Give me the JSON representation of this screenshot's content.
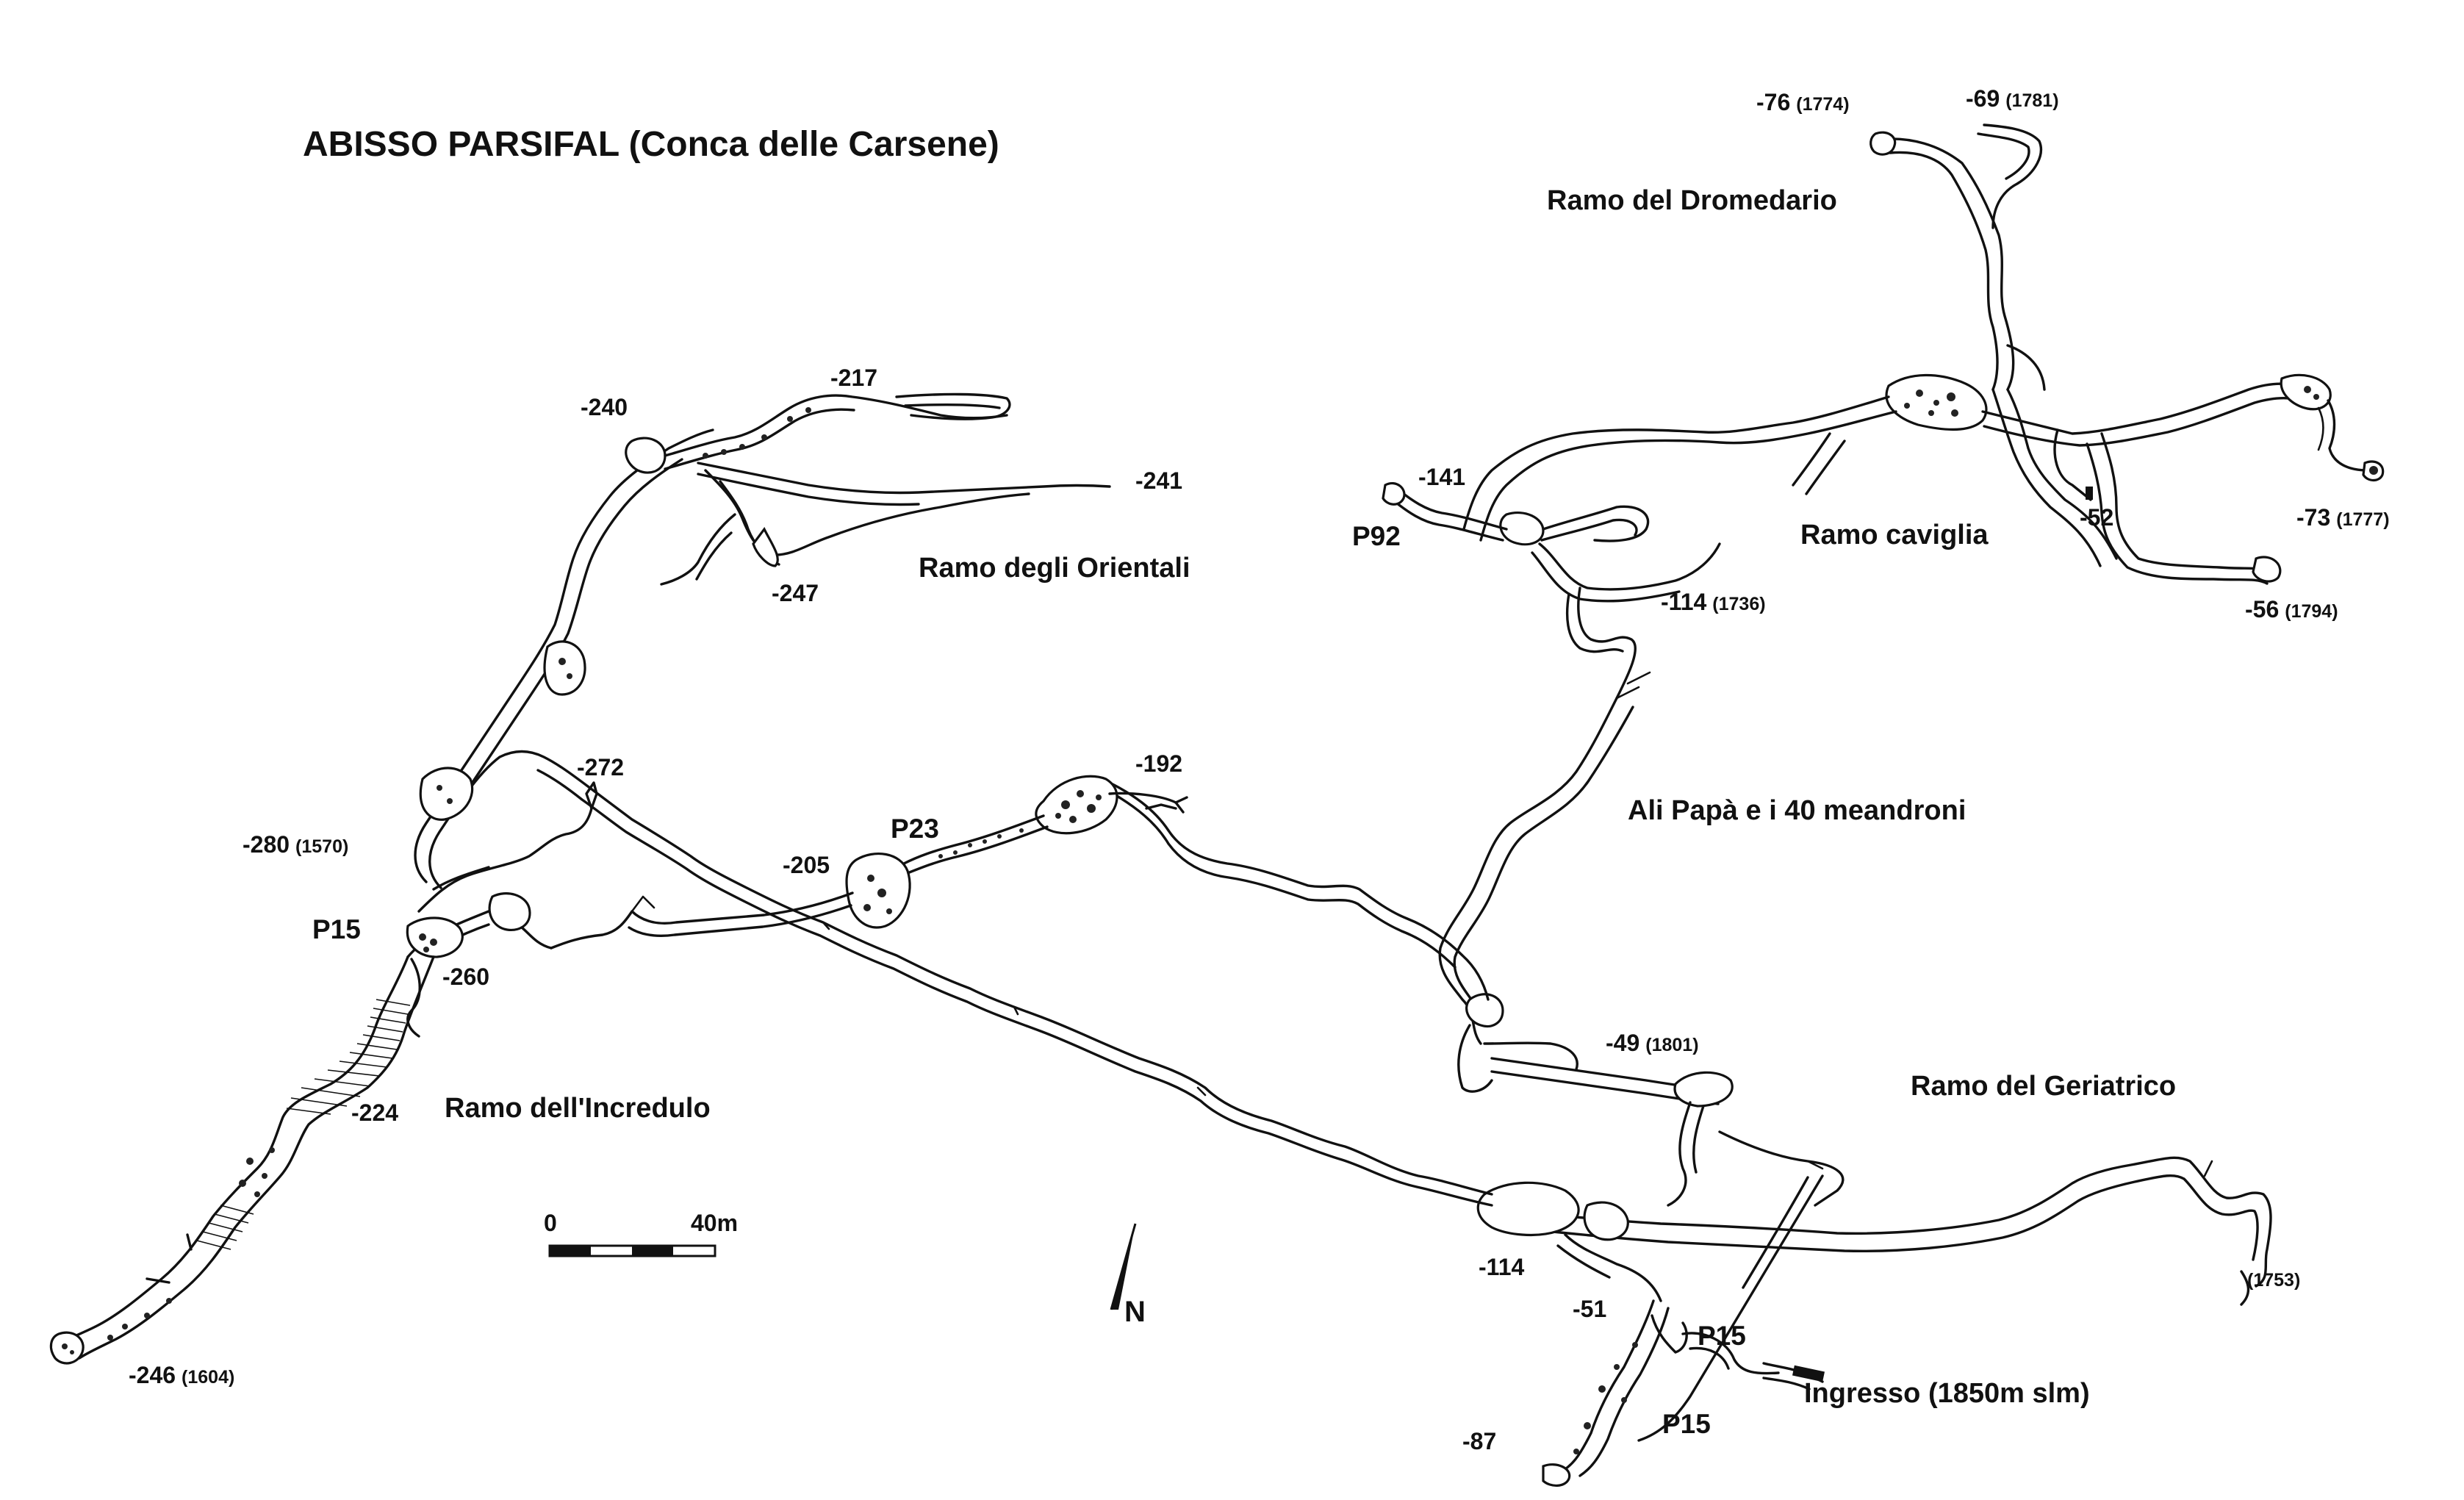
{
  "title": "ABISSO  PARSIFAL (Conca delle Carsene)",
  "scale_bar": {
    "zero_label": "0",
    "length_label": "40m"
  },
  "north_arrow": {
    "label": "N"
  },
  "branches": {
    "dromedario": "Ramo del Dromedario",
    "orientali": "Ramo degli Orientali",
    "caviglia": "Ramo caviglia",
    "ali_papa": "Ali Papà e i 40 meandroni",
    "incredulo": "Ramo dell'Incredulo",
    "geriatrico": "Ramo del Geriatrico",
    "ingresso": "Ingresso (1850m slm)"
  },
  "pits": {
    "p92": "P92",
    "p23": "P23",
    "p15_west": "P15",
    "p15_entrance_upper": "P15",
    "p15_entrance_lower": "P15"
  },
  "depths": {
    "d76": {
      "depth": "-76",
      "alt": "(1774)"
    },
    "d69": {
      "depth": "-69",
      "alt": "(1781)"
    },
    "d217": {
      "depth": "-217"
    },
    "d240": {
      "depth": "-240"
    },
    "d241": {
      "depth": "-241"
    },
    "d247": {
      "depth": "-247"
    },
    "d141": {
      "depth": "-141"
    },
    "d52": {
      "depth": "-52"
    },
    "d73": {
      "depth": "-73",
      "alt": "(1777)"
    },
    "d114n": {
      "depth": "-114",
      "alt": "(1736)"
    },
    "d56": {
      "depth": "-56",
      "alt": "(1794)"
    },
    "d272": {
      "depth": "-272"
    },
    "d192": {
      "depth": "-192"
    },
    "d280": {
      "depth": "-280",
      "alt": "(1570)"
    },
    "d205": {
      "depth": "-205"
    },
    "d260": {
      "depth": "-260"
    },
    "d49": {
      "depth": "-49",
      "alt": "(1801)"
    },
    "d224": {
      "depth": "-224"
    },
    "d114s": {
      "depth": "-114"
    },
    "d1753": {
      "alt": "(1753)"
    },
    "d51": {
      "depth": "-51"
    },
    "d246": {
      "depth": "-246",
      "alt": "(1604)"
    },
    "d87": {
      "depth": "-87"
    }
  },
  "colors": {
    "ink": "#111111",
    "paper": "#ffffff"
  }
}
